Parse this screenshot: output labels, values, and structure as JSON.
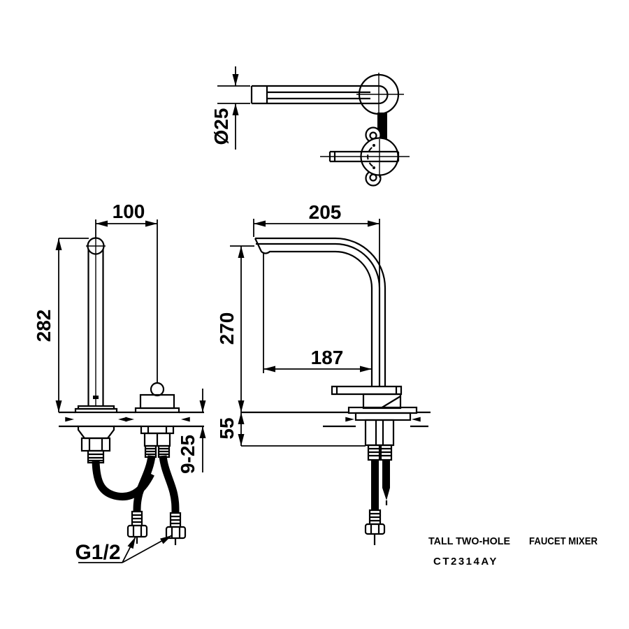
{
  "drawing": {
    "product": {
      "name_part1": "TALL TWO-HOLE",
      "name_part2": "FAUCET MIXER",
      "model": "CT2314AY"
    },
    "dimensions": {
      "spout_tube_diameter": "Ø25",
      "spout_to_handle_spread": "100",
      "spout_column_height": "282",
      "spout_reach_overall": "205",
      "spout_outlet_height": "270",
      "spout_reach_inner": "187",
      "under_deck_clearance": "55",
      "deck_thickness_range": "9-25",
      "inlet_thread": "G1/2"
    },
    "colors": {
      "line": "#000000",
      "background": "#ffffff"
    }
  }
}
